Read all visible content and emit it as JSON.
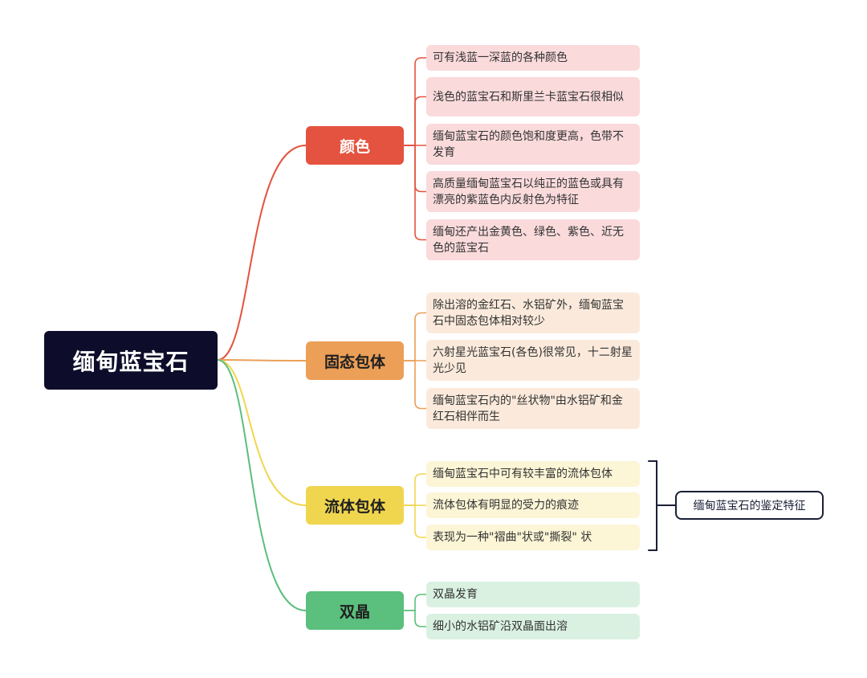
{
  "root": {
    "label": "缅甸蓝宝石"
  },
  "branches": [
    {
      "label": "颜色",
      "color": "#e4533f",
      "text_color": "#ffffff",
      "leaf_bg": "#fadadb",
      "leaves": [
        "可有浅蓝一深蓝的各种颜色",
        "浅色的蓝宝石和斯里兰卡蓝宝石很相似",
        "缅甸蓝宝石的颜色饱和度更高，色带不发育",
        "高质量缅甸蓝宝石以纯正的蓝色或具有漂亮的紫蓝色内反射色为特征",
        "缅甸还产出金黄色、绿色、紫色、近无色的蓝宝石"
      ]
    },
    {
      "label": "固态包体",
      "color": "#eb9f57",
      "text_color": "#1f1f1f",
      "leaf_bg": "#fbeadb",
      "leaves": [
        "除出溶的金红石、水铝矿外，缅甸蓝宝石中固态包体相对较少",
        "六射星光蓝宝石(各色)很常见，十二射星光少见",
        "缅甸蓝宝石内的\"丝状物\"由水铝矿和金红石相伴而生"
      ]
    },
    {
      "label": "流体包体",
      "color": "#f0d64f",
      "text_color": "#1f1f1f",
      "leaf_bg": "#fcf5d6",
      "leaves": [
        "缅甸蓝宝石中可有较丰富的流体包体",
        "流体包体有明显的受力的痕迹",
        "表现为一种\"褶曲\"状或\"撕裂\" 状"
      ]
    },
    {
      "label": "双晶",
      "color": "#5bbf7d",
      "text_color": "#1f1f1f",
      "leaf_bg": "#daf1e2",
      "leaves": [
        "双晶发育",
        "细小的水铝矿沿双晶面出溶"
      ]
    }
  ],
  "summary": {
    "label": "缅甸蓝宝石的鉴定特征",
    "applies_to_branch": "流体包体"
  }
}
